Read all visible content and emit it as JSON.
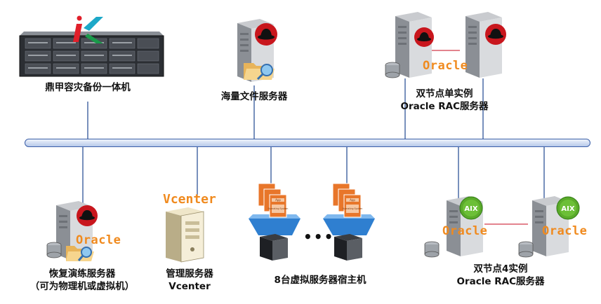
{
  "nodes": {
    "backup_appliance": {
      "label": "鼎甲容灾备份一体机"
    },
    "file_server": {
      "label": "海量文件服务器"
    },
    "rac_single": {
      "label_line1": "双节点单实例",
      "label_line2": "Oracle RAC服务器",
      "badge": "Oracle"
    },
    "recovery_server": {
      "label_line1": "恢复演练服务器",
      "label_line2": "（可为物理机或虚拟机）",
      "badge": "Oracle"
    },
    "mgmt_server": {
      "label_line1": "管理服务器",
      "label_line2": "Vcenter",
      "badge": "Vcenter"
    },
    "vm_hosts": {
      "label": "8台虚拟服务器宿主机",
      "ellipsis": "•••",
      "vm_app_text": "App",
      "vm_os_text": "Operating System"
    },
    "rac_four": {
      "label_line1": "双节点4实例",
      "label_line2": "Oracle RAC服务器",
      "badge_left": "Oracle",
      "badge_right": "Oracle",
      "aix_text": "AIX"
    }
  },
  "colors": {
    "bus": "#c9d9f2",
    "bus_border": "#3a5ea8",
    "connector": "#2f5597",
    "badge": "#f08a1e",
    "redhat": "#c8161d",
    "aix": "#5aaa2a"
  }
}
